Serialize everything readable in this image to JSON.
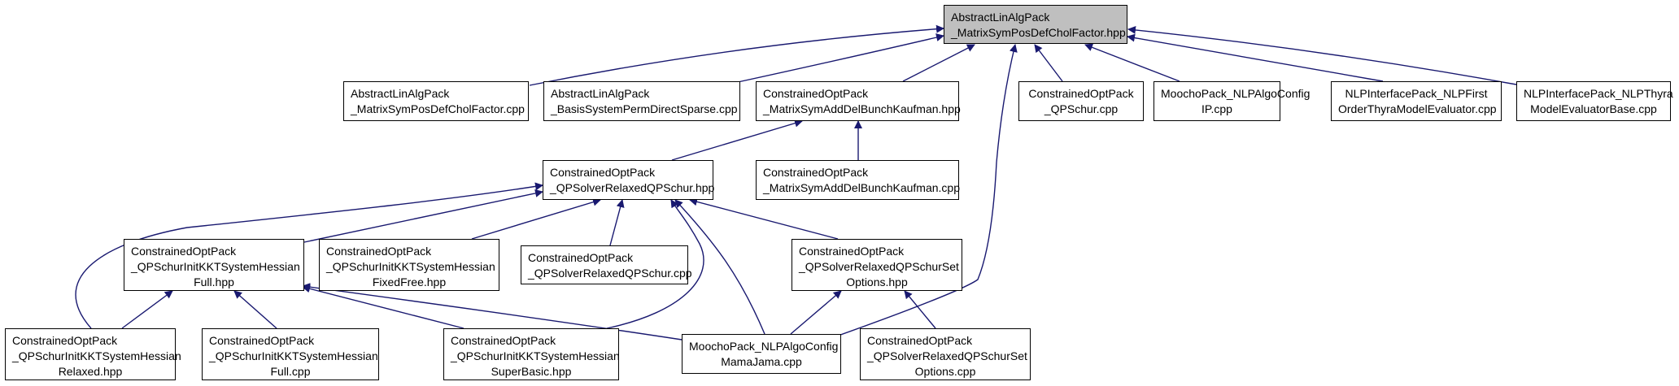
{
  "diagram": {
    "colors": {
      "edge": "#191970",
      "root_fill": "#bfbfbf",
      "node_fill": "#ffffff",
      "border": "#000000"
    },
    "nodes": {
      "root": [
        "AbstractLinAlgPack",
        "_MatrixSymPosDefCholFactor.hpp"
      ],
      "n1": [
        "AbstractLinAlgPack",
        "_MatrixSymPosDefCholFactor.cpp"
      ],
      "n2": [
        "AbstractLinAlgPack",
        "_BasisSystemPermDirectSparse.cpp"
      ],
      "n3": [
        "ConstrainedOptPack",
        "_MatrixSymAddDelBunchKaufman.hpp"
      ],
      "n4": [
        "ConstrainedOptPack",
        "_QPSchur.cpp"
      ],
      "n5": [
        "MoochoPack_NLPAlgoConfig",
        "IP.cpp"
      ],
      "n6": [
        "NLPInterfacePack_NLPFirst",
        "OrderThyraModelEvaluator.cpp"
      ],
      "n7": [
        "NLPInterfacePack_NLPThyra",
        "ModelEvaluatorBase.cpp"
      ],
      "n8": [
        "ConstrainedOptPack",
        "_QPSolverRelaxedQPSchur.hpp"
      ],
      "n9": [
        "ConstrainedOptPack",
        "_MatrixSymAddDelBunchKaufman.cpp"
      ],
      "n10": [
        "ConstrainedOptPack",
        "_QPSchurInitKKTSystemHessian",
        "Full.hpp"
      ],
      "n11": [
        "ConstrainedOptPack",
        "_QPSchurInitKKTSystemHessian",
        "FixedFree.hpp"
      ],
      "n12": [
        "ConstrainedOptPack",
        "_QPSolverRelaxedQPSchur.cpp"
      ],
      "n13": [
        "ConstrainedOptPack",
        "_QPSolverRelaxedQPSchurSet",
        "Options.hpp"
      ],
      "n14": [
        "ConstrainedOptPack",
        "_QPSchurInitKKTSystemHessian",
        "Relaxed.hpp"
      ],
      "n15": [
        "ConstrainedOptPack",
        "_QPSchurInitKKTSystemHessian",
        "Full.cpp"
      ],
      "n16": [
        "ConstrainedOptPack",
        "_QPSchurInitKKTSystemHessian",
        "SuperBasic.hpp"
      ],
      "n17": [
        "MoochoPack_NLPAlgoConfig",
        "MamaJama.cpp"
      ],
      "n18": [
        "ConstrainedOptPack",
        "_QPSolverRelaxedQPSchurSet",
        "Options.cpp"
      ]
    }
  }
}
